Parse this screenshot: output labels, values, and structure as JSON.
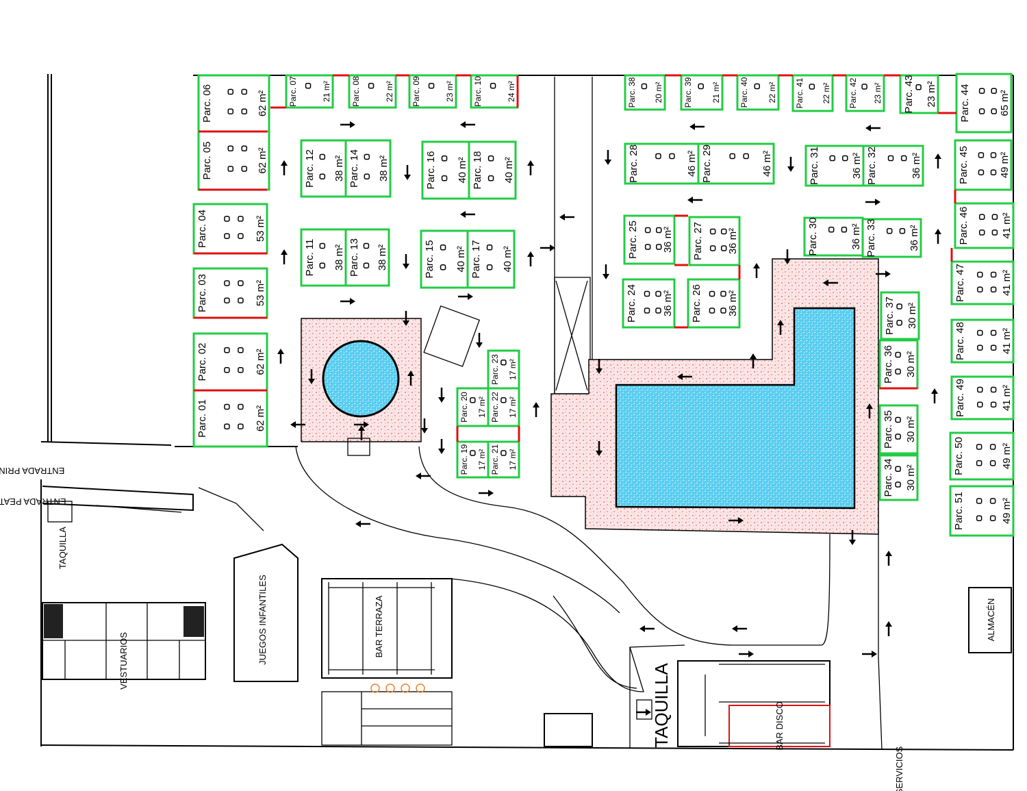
{
  "labels": {
    "entrada_principal": "ENTRADA PRINCIPAL",
    "entrada_peatonal": "ENTRADA PEATONAL",
    "taquilla_small": "TAQUILLA",
    "taquilla_big": "TAQUILLA",
    "vestuarios": "VESTUARIOS",
    "juegos": "JUEGOS INFANTILES",
    "bar_terraza": "BAR TERRAZA",
    "bar_disco": "BAR DISCO",
    "almacen": "ALMACÉN",
    "servicios": "SERVICIOS"
  },
  "plots": [
    {
      "id": "Parc. 01",
      "area": "62 m²"
    },
    {
      "id": "Parc. 02",
      "area": "62 m²"
    },
    {
      "id": "Parc. 03",
      "area": "53 m²"
    },
    {
      "id": "Parc. 04",
      "area": "53 m²"
    },
    {
      "id": "Parc. 05",
      "area": "62 m²"
    },
    {
      "id": "Parc. 06",
      "area": "62 m²"
    },
    {
      "id": "Parc. 07",
      "area": "21 m²"
    },
    {
      "id": "Parc. 08",
      "area": "22 m²"
    },
    {
      "id": "Parc. 09",
      "area": "23 m²"
    },
    {
      "id": "Parc. 10",
      "area": "24 m²"
    },
    {
      "id": "Parc. 11",
      "area": "38 m²"
    },
    {
      "id": "Parc. 12",
      "area": "38 m²"
    },
    {
      "id": "Parc. 13",
      "area": "38 m²"
    },
    {
      "id": "Parc. 14",
      "area": "38 m²"
    },
    {
      "id": "Parc. 15",
      "area": "40 m²"
    },
    {
      "id": "Parc. 16",
      "area": "40 m²"
    },
    {
      "id": "Parc. 17",
      "area": "40 m²"
    },
    {
      "id": "Parc. 18",
      "area": "40 m²"
    },
    {
      "id": "Parc. 19",
      "area": "17 m²"
    },
    {
      "id": "Parc. 20",
      "area": "17 m²"
    },
    {
      "id": "Parc. 21",
      "area": "17 m²"
    },
    {
      "id": "Parc. 22",
      "area": "17 m²"
    },
    {
      "id": "Parc. 23",
      "area": "17 m²"
    },
    {
      "id": "Parc. 24",
      "area": "36 m²"
    },
    {
      "id": "Parc. 25",
      "area": "36 m²"
    },
    {
      "id": "Parc. 26",
      "area": "36 m²"
    },
    {
      "id": "Parc. 27",
      "area": "36 m²"
    },
    {
      "id": "Parc. 28",
      "area": "46 m²"
    },
    {
      "id": "Parc. 29",
      "area": "46 m²"
    },
    {
      "id": "Parc. 30",
      "area": "36 m²"
    },
    {
      "id": "Parc. 31",
      "area": "36 m²"
    },
    {
      "id": "Parc. 32",
      "area": "36 m²"
    },
    {
      "id": "Parc. 33",
      "area": "36 m²"
    },
    {
      "id": "Parc. 34",
      "area": "30 m²"
    },
    {
      "id": "Parc. 35",
      "area": "30 m²"
    },
    {
      "id": "Parc. 36",
      "area": "30 m²"
    },
    {
      "id": "Parc. 37",
      "area": "30 m²"
    },
    {
      "id": "Parc. 38",
      "area": "20 m²"
    },
    {
      "id": "Parc. 39",
      "area": "21 m²"
    },
    {
      "id": "Parc. 40",
      "area": "22 m²"
    },
    {
      "id": "Parc. 41",
      "area": "22 m²"
    },
    {
      "id": "Parc. 42",
      "area": "23 m²"
    },
    {
      "id": "Parc. 43",
      "area": "23 m²"
    },
    {
      "id": "Parc. 44",
      "area": "65 m²"
    },
    {
      "id": "Parc. 45",
      "area": "49 m²"
    },
    {
      "id": "Parc. 46",
      "area": "41 m²"
    },
    {
      "id": "Parc. 47",
      "area": "41 m²"
    },
    {
      "id": "Parc. 48",
      "area": "41 m²"
    },
    {
      "id": "Parc. 49",
      "area": "41 m²"
    },
    {
      "id": "Parc. 50",
      "area": "49 m²"
    },
    {
      "id": "Parc. 51",
      "area": "49 m²"
    }
  ],
  "colors": {
    "plot_border": "#22cc44",
    "water": "#3fc4e8",
    "terrace": "#f7d4d4",
    "divider": "#e01010"
  }
}
